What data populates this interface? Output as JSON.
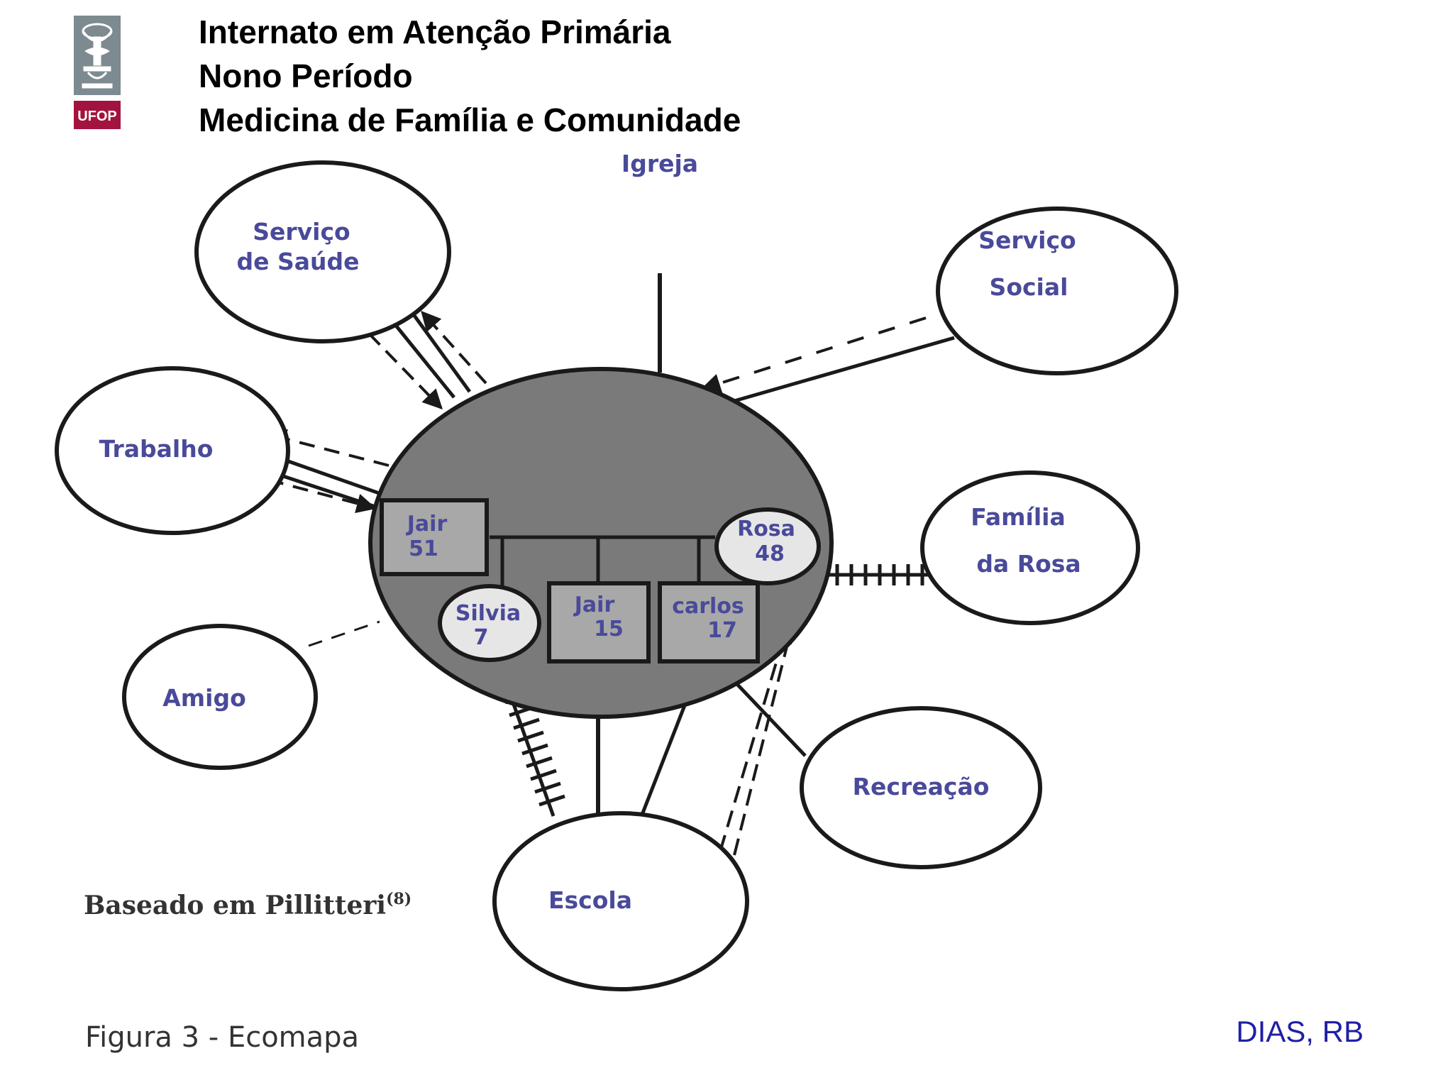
{
  "header": {
    "line1": "Internato em Atenção Primária",
    "line2": "Nono Período",
    "line3": "Medicina de Família e Comunidade"
  },
  "logo": {
    "label": "UFOP",
    "color": "#a3133f"
  },
  "diagram": {
    "nodes": {
      "igreja": "Igreja",
      "servico_saude_1": "Serviço",
      "servico_saude_2": "de Saúde",
      "servico_social_1": "Serviço",
      "servico_social_2": "Social",
      "trabalho": "Trabalho",
      "familia_rosa_1": "Família",
      "familia_rosa_2": "da Rosa",
      "amigo": "Amigo",
      "recreacao": "Recreação",
      "escola": "Escola"
    },
    "family": {
      "jair_father_name": "Jair",
      "jair_father_age": "51",
      "rosa_name": "Rosa",
      "rosa_age": "48",
      "silvia_name": "Silvia",
      "silvia_age": "7",
      "jair_son_name": "Jair",
      "jair_son_age": "15",
      "carlos_name": "carlos",
      "carlos_age": "17"
    },
    "credit": "Baseado em Pillitteri",
    "credit_ref": "(8)",
    "caption": "Figura 3 - Ecomapa"
  },
  "author": "DIAS, RB",
  "colors": {
    "family_fill": "#7a7a7a",
    "label_color": "#4a4a9a",
    "author_color": "#1f1fa8"
  }
}
